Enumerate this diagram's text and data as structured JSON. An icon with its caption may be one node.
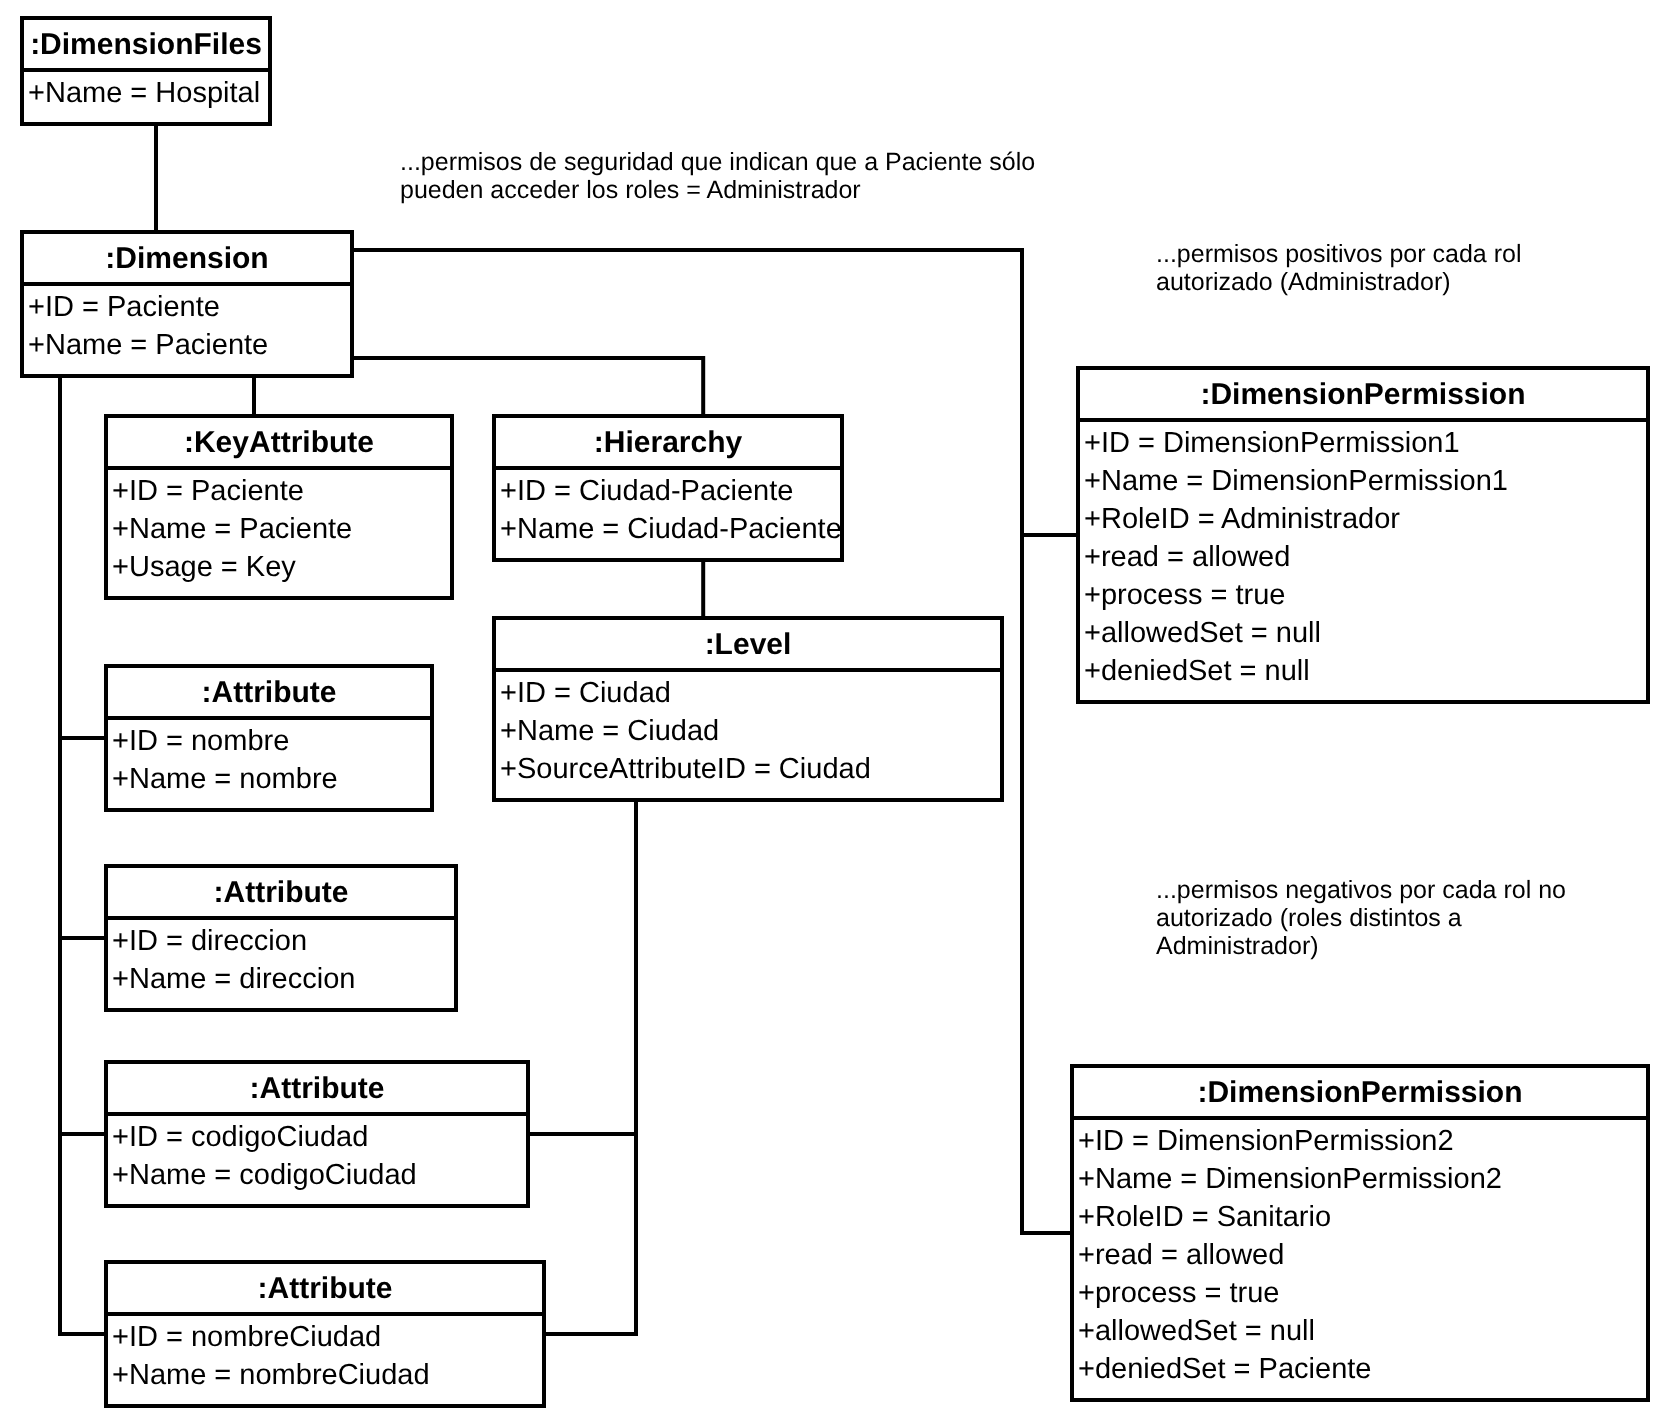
{
  "diagram": {
    "nodes": [
      {
        "text": [
          ":DimensionFiles",
          "+Name = Hospital"
        ]
      },
      {
        "text": [
          ":Dimension",
          "+ID = Paciente",
          "+Name = Paciente"
        ]
      },
      {
        "text": [
          ":KeyAttribute",
          "+ID = Paciente",
          "+Name = Paciente",
          "+Usage = Key"
        ]
      },
      {
        "text": [
          ":Hierarchy",
          "+ID = Ciudad-Paciente",
          "+Name = Ciudad-Paciente"
        ]
      },
      {
        "text": [
          ":Level",
          "+ID = Ciudad",
          "+Name = Ciudad",
          "+SourceAttributeID = Ciudad"
        ]
      },
      {
        "text": [
          ":Attribute",
          "+ID = nombre",
          "+Name = nombre"
        ]
      },
      {
        "text": [
          ":Attribute",
          "+ID = direccion",
          "+Name = direccion"
        ]
      },
      {
        "text": [
          ":Attribute",
          "+ID = codigoCiudad",
          "+Name = codigoCiudad"
        ]
      },
      {
        "text": [
          ":Attribute",
          "+ID = nombreCiudad",
          "+Name = nombreCiudad"
        ]
      },
      {
        "text": [
          ":DimensionPermission",
          "+ID = DimensionPermission1",
          "+Name = DimensionPermission1",
          "+RoleID = Administrador",
          "+read = allowed",
          "+process = true",
          "+allowedSet = null",
          "+deniedSet = null"
        ]
      },
      {
        "text": [
          ":DimensionPermission",
          "+ID = DimensionPermission2",
          "+Name = DimensionPermission2",
          "+RoleID = Sanitario",
          "+read = allowed",
          "+process = true",
          "+allowedSet = null",
          "+deniedSet = Paciente"
        ]
      }
    ],
    "edges": [
      {
        "from": 0,
        "to": 1,
        "arrow": "none"
      },
      {
        "from": 1,
        "to": 2,
        "arrow": "none"
      },
      {
        "from": 1,
        "to": 5,
        "arrow": "none"
      },
      {
        "from": 1,
        "to": 6,
        "arrow": "none"
      },
      {
        "from": 1,
        "to": 7,
        "arrow": "none"
      },
      {
        "from": 1,
        "to": 8,
        "arrow": "none"
      },
      {
        "from": 1,
        "to": 3,
        "arrow": "none"
      },
      {
        "from": 3,
        "to": 4,
        "arrow": "none"
      },
      {
        "from": 4,
        "to": 7,
        "arrow": "none"
      },
      {
        "from": 4,
        "to": 8,
        "arrow": "none"
      },
      {
        "from": 1,
        "to": 9,
        "arrow": "none"
      },
      {
        "from": 1,
        "to": 10,
        "arrow": "none"
      }
    ],
    "labels": [
      "...permisos de seguridad que indican que a Paciente sólo pueden acceder los roles = Administrador",
      "...permisos positivos por cada rol autorizado (Administrador)",
      "...permisos negativos por cada rol no autorizado (roles distintos a Administrador)"
    ]
  }
}
